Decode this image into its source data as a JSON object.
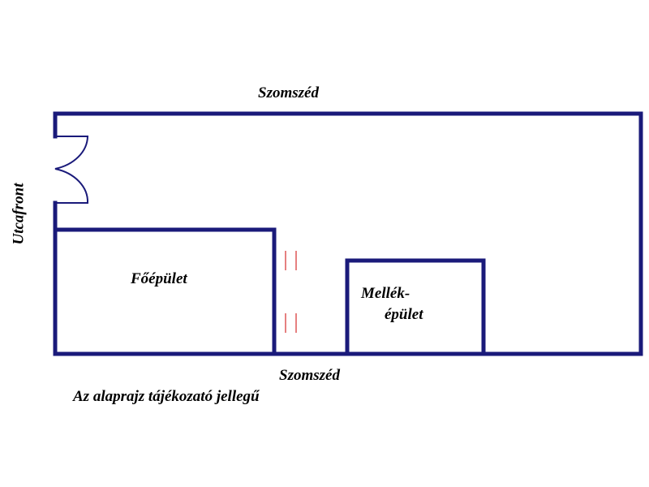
{
  "labels": {
    "neighbor_top": "Szomszéd",
    "neighbor_bottom": "Szomszéd",
    "street_front": "Utcafront",
    "main_building": "Főépület",
    "annex_line1": "Mellék-",
    "annex_line2": "épület",
    "note": "Az alaprajz tájékozató jellegű"
  },
  "colors": {
    "wall": "#1a1a7a",
    "marker": "#cc0000",
    "text": "#000000",
    "background": "#ffffff"
  }
}
